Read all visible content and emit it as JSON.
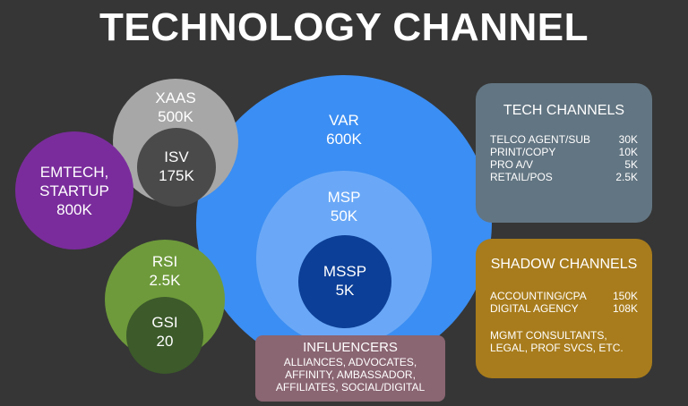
{
  "title": "TECHNOLOGY CHANNEL",
  "colors": {
    "background": "#363636",
    "var": "#3b8ef3",
    "msp": "#6aa8f7",
    "mssp": "#0c3f97",
    "xaas": "#a7a7a7",
    "isv": "#4a4a4a",
    "emtech": "#7a2c9c",
    "rsi": "#6e9a3b",
    "gsi": "#3c5a2a",
    "tech_channels": "#627582",
    "shadow_channels": "#a87c1c",
    "influencers": "#8a6572"
  },
  "circles": {
    "var": {
      "name": "VAR",
      "value": "600K"
    },
    "msp": {
      "name": "MSP",
      "value": "50K"
    },
    "mssp": {
      "name": "MSSP",
      "value": "5K"
    },
    "xaas": {
      "name": "XAAS",
      "value": "500K"
    },
    "isv": {
      "name": "ISV",
      "value": "175K"
    },
    "emtech": {
      "name1": "EMTECH,",
      "name2": "STARTUP",
      "value": "800K"
    },
    "rsi": {
      "name": "RSI",
      "value": "2.5K"
    },
    "gsi": {
      "name": "GSI",
      "value": "20"
    }
  },
  "tech_channels": {
    "title": "TECH CHANNELS",
    "items": [
      {
        "label": "TELCO AGENT/SUB",
        "value": "30K"
      },
      {
        "label": "PRINT/COPY",
        "value": "10K"
      },
      {
        "label": "PRO A/V",
        "value": "5K"
      },
      {
        "label": "RETAIL/POS",
        "value": "2.5K"
      }
    ]
  },
  "shadow_channels": {
    "title": "SHADOW CHANNELS",
    "items": [
      {
        "label": "ACCOUNTING/CPA",
        "value": "150K"
      },
      {
        "label": "DIGITAL AGENCY",
        "value": "108K"
      }
    ],
    "note_line1": "MGMT CONSULTANTS,",
    "note_line2": "LEGAL, PROF SVCS, ETC."
  },
  "influencers": {
    "title": "INFLUENCERS",
    "line1": "ALLIANCES, ADVOCATES,",
    "line2": "AFFINITY, AMBASSADOR,",
    "line3": "AFFILIATES, SOCIAL/DIGITAL"
  }
}
